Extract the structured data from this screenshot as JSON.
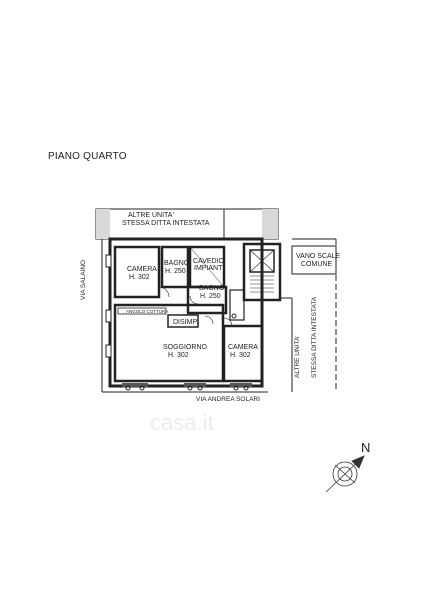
{
  "plan": {
    "title": "PIANO QUARTO",
    "north_label": "N",
    "watermark": "casa.it"
  },
  "streets": {
    "via_salaino": "VIA SALAINO",
    "via_andrea_solari": "VIA ANDREA SOLARI"
  },
  "labels": {
    "altre_unita_top_1": "ALTRE UNITA'",
    "altre_unita_top_2": "STESSA DITTA INTESTATA",
    "camera_1": "CAMERA",
    "camera_1_h": "H. 302",
    "bagno_1": "BAGNO",
    "bagno_1_h": "H. 250",
    "cavedio_1": "CAVEDIO",
    "cavedio_2": "IMPIANTI",
    "bagno_2": "BAGNO",
    "bagno_2_h": "H. 250",
    "angolo_cottura": "ANGOLO COTTURA",
    "disimp": "DISIMP.",
    "soggiorno": "SOGGIORNO",
    "soggiorno_h": "H. 302",
    "camera_2": "CAMERA",
    "camera_2_h": "H. 302",
    "vano_scale_1": "VANO SCALE",
    "vano_scale_2": "COMUNE",
    "altre_unita_right_1": "ALTRE UNITA'",
    "altre_unita_right_2": "STESSA DITTA INTESTATA"
  }
}
